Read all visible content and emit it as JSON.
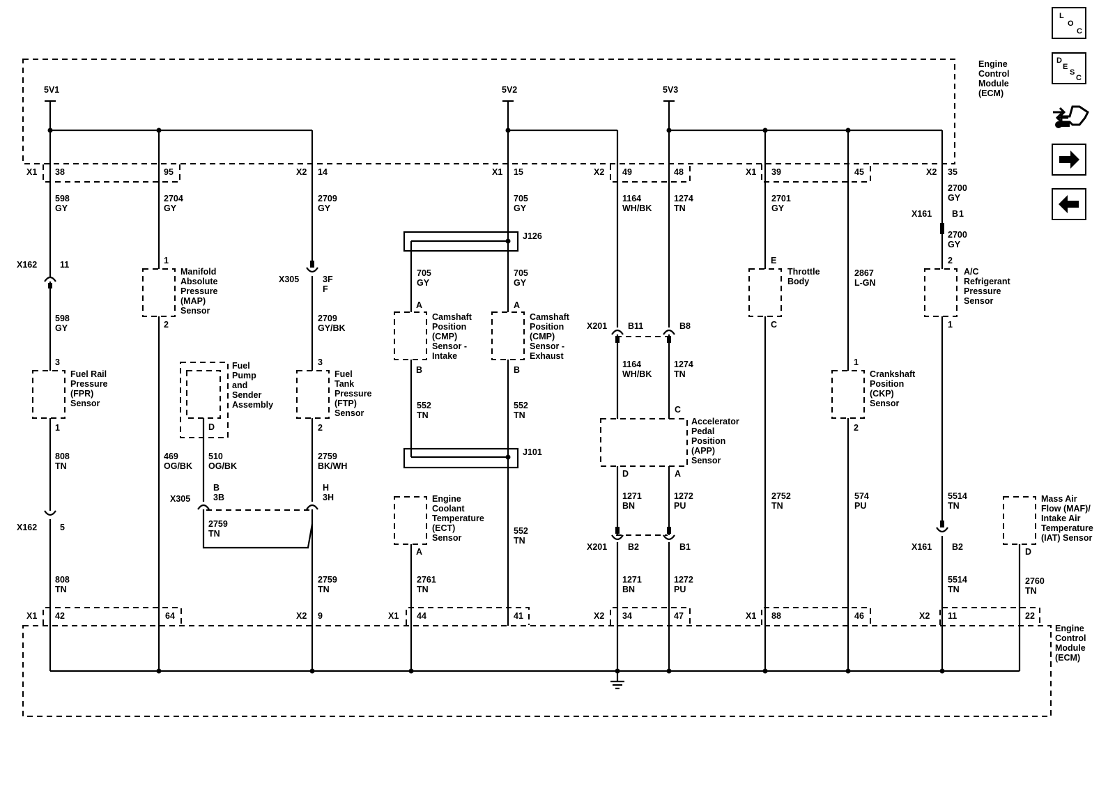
{
  "ecm": {
    "name_l1": "Engine",
    "name_l2": "Control",
    "name_l3": "Module",
    "name_l4": "(ECM)"
  },
  "supplies": [
    "5V1",
    "5V2",
    "5V3"
  ],
  "connectors": {
    "x1": "X1",
    "x2": "X2",
    "x162": "X162",
    "x305": "X305",
    "x201": "X201",
    "x161": "X161",
    "j126": "J126",
    "j101": "J101"
  },
  "top_pins": [
    "38",
    "95",
    "14",
    "15",
    "49",
    "48",
    "39",
    "45",
    "35"
  ],
  "bottom_pins": [
    "42",
    "64",
    "9",
    "44",
    "41",
    "34",
    "47",
    "88",
    "46",
    "11",
    "22"
  ],
  "inline_pins": [
    "11",
    "5",
    "3F",
    "F",
    "B",
    "3B",
    "H",
    "3H",
    "B11",
    "B8",
    "B2",
    "B1"
  ],
  "circuits": [
    {
      "num": "598",
      "color": "GY"
    },
    {
      "num": "2704",
      "color": "GY"
    },
    {
      "num": "2709",
      "color": "GY"
    },
    {
      "num": "705",
      "color": "GY"
    },
    {
      "num": "1164",
      "color": "WH/BK"
    },
    {
      "num": "1274",
      "color": "TN"
    },
    {
      "num": "2701",
      "color": "GY"
    },
    {
      "num": "2700",
      "color": "GY"
    },
    {
      "num": "2709",
      "color": "GY/BK"
    },
    {
      "num": "2867",
      "color": "L-GN"
    },
    {
      "num": "808",
      "color": "TN"
    },
    {
      "num": "469",
      "color": "OG/BK"
    },
    {
      "num": "510",
      "color": "OG/BK"
    },
    {
      "num": "2759",
      "color": "BK/WH"
    },
    {
      "num": "552",
      "color": "TN"
    },
    {
      "num": "2759",
      "color": "TN"
    },
    {
      "num": "1271",
      "color": "BN"
    },
    {
      "num": "1272",
      "color": "PU"
    },
    {
      "num": "2752",
      "color": "TN"
    },
    {
      "num": "574",
      "color": "PU"
    },
    {
      "num": "5514",
      "color": "TN"
    },
    {
      "num": "2761",
      "color": "TN"
    },
    {
      "num": "2760",
      "color": "TN"
    }
  ],
  "components": {
    "fpr": [
      "Fuel Rail",
      "Pressure",
      "(FPR)",
      "Sensor"
    ],
    "map": [
      "Manifold",
      "Absolute",
      "Pressure",
      "(MAP)",
      "Sensor"
    ],
    "fuelpump": [
      "Fuel",
      "Pump",
      "and",
      "Sender",
      "Assembly"
    ],
    "ftp": [
      "Fuel",
      "Tank",
      "Pressure",
      "(FTP)",
      "Sensor"
    ],
    "cmp_in": [
      "Camshaft",
      "Position",
      "(CMP)",
      "Sensor -",
      "Intake"
    ],
    "cmp_ex": [
      "Camshaft",
      "Position",
      "(CMP)",
      "Sensor -",
      "Exhaust"
    ],
    "ect": [
      "Engine",
      "Coolant",
      "Temperature",
      "(ECT)",
      "Sensor"
    ],
    "throttle": [
      "Throttle",
      "Body"
    ],
    "app": [
      "Accelerator",
      "Pedal",
      "Position",
      "(APP)",
      "Sensor"
    ],
    "ckp": [
      "Crankshaft",
      "Position",
      "(CKP)",
      "Sensor"
    ],
    "ac": [
      "A/C",
      "Refrigerant",
      "Pressure",
      "Sensor"
    ],
    "maf": [
      "Mass Air",
      "Flow (MAF)/",
      "Intake Air",
      "Temperature",
      "(IAT) Sensor"
    ]
  },
  "comp_pins": [
    "1",
    "2",
    "3",
    "A",
    "B",
    "C",
    "D",
    "E"
  ],
  "nav": {
    "loc": [
      "L",
      "O",
      "C"
    ],
    "desc": [
      "D",
      "E",
      "S",
      "C"
    ],
    "icons": [
      "connector-end-view-icon",
      "next-arrow-icon",
      "previous-arrow-icon"
    ]
  }
}
